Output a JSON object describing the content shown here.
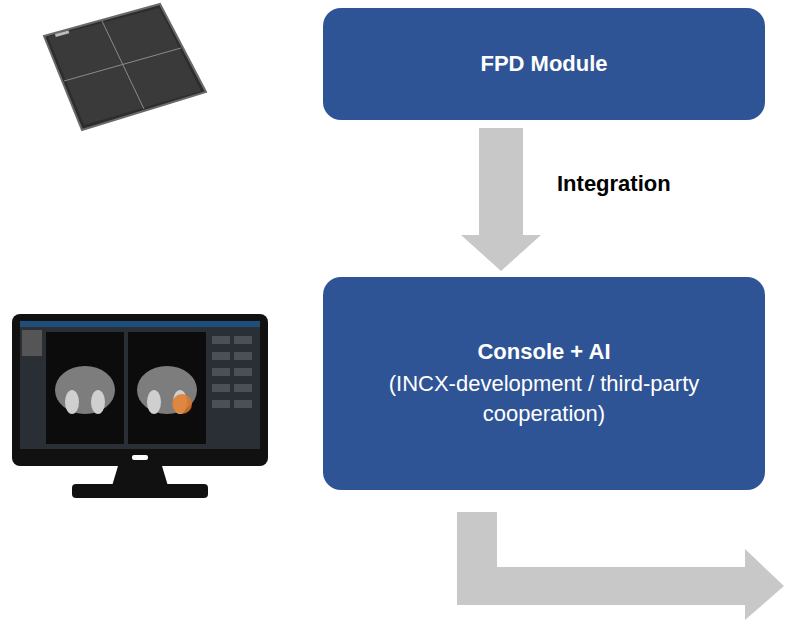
{
  "diagram": {
    "nodes": [
      {
        "text": [
          "FPD Module"
        ]
      },
      {
        "text": [
          "Console + AI",
          "(INCX-development / third-party cooperation)"
        ]
      }
    ],
    "edges": [
      {
        "from": 0,
        "to": 1,
        "arrow": "to",
        "label": "Integration"
      }
    ]
  }
}
